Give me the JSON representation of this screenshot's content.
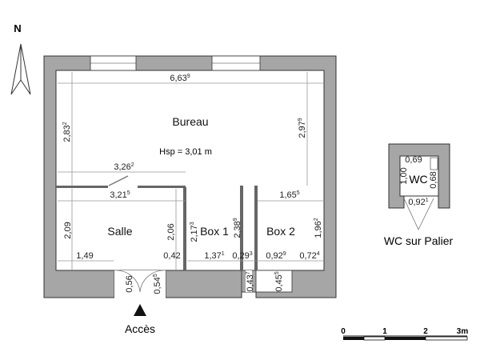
{
  "compass": {
    "label": "N"
  },
  "rooms": {
    "bureau": "Bureau",
    "hsp": "Hsp = 3,01 m",
    "salle": "Salle",
    "box1": "Box 1",
    "box2": "Box 2",
    "wc": "WC",
    "wc_caption": "WC sur Palier"
  },
  "entrance": {
    "label": "Accès"
  },
  "dimensions": {
    "bureau_width": "6,63",
    "bureau_width_sup": "9",
    "bureau_left_h": "2,83",
    "bureau_left_h_sup": "2",
    "bureau_right_h": "2,97",
    "bureau_right_h_sup": "9",
    "partition": "3,26",
    "partition_sup": "2",
    "salle_width": "3,21",
    "salle_width_sup": "5",
    "box2_width": "1,65",
    "box2_width_sup": "5",
    "salle_left_h": "2,09",
    "salle_right_h": "2,06",
    "box1_left_h": "2,17",
    "box1_left_h_sup": "3",
    "box1_right_h": "2,38",
    "box1_right_h_sup": "9",
    "box2_right_h": "1,96",
    "box2_right_h_sup": "2",
    "salle_left_w": "1,49",
    "salle_right_w": "0,42",
    "box1_w": "1,37",
    "box1_w_sup": "1",
    "box1_niche_w": "0,29",
    "box1_niche_w_sup": "3",
    "box2_w": "0,92",
    "box2_w_sup": "9",
    "box2_right_w": "0,72",
    "box2_right_w_sup": "4",
    "door_left": "0,56",
    "door_right": "0,54",
    "door_right_sup": "5",
    "niche1_depth": "0,43",
    "niche1_depth_sup": "7",
    "niche2_depth": "0,45",
    "niche2_depth_sup": "5",
    "wc_top": "0,69",
    "wc_left": "1,00",
    "wc_right": "0,68",
    "wc_bottom": "0,92",
    "wc_bottom_sup": "1"
  },
  "scale_bar": {
    "ticks": [
      "0",
      "1",
      "2",
      "3m"
    ]
  },
  "colors": {
    "wall": "#a6a6a6",
    "wall_stroke": "#333333"
  }
}
